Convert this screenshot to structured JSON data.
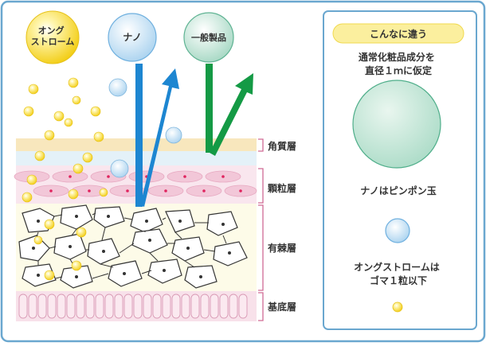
{
  "particles": {
    "angstrom_label": "オング\nストローム",
    "nano_label": "ナノ",
    "general_label": "一般製品"
  },
  "layers": {
    "stratum_corneum": "角質層",
    "granular": "顆粒層",
    "spinous": "有棘層",
    "basal": "基底層"
  },
  "legend": {
    "title": "こんなに違う",
    "assumption": "通常化粧品成分を\n直径１ｍに仮定",
    "nano_caption": "ナノはピンポン玉",
    "angstrom_caption": "オングストロームは\nゴマ１粒以下"
  },
  "colors": {
    "frame": "#6aa7cf",
    "angstrom": "#f4d21b",
    "nano": "#a9d3ee",
    "general": "#a6d8c4",
    "blue_arrow": "#1d86d1",
    "green_arrow": "#149a45",
    "stratum_corneum": "#f8e7bd",
    "granular": "#f7dbe6",
    "spinous": "#fdfbe8",
    "basal": "#f8e1ea"
  }
}
